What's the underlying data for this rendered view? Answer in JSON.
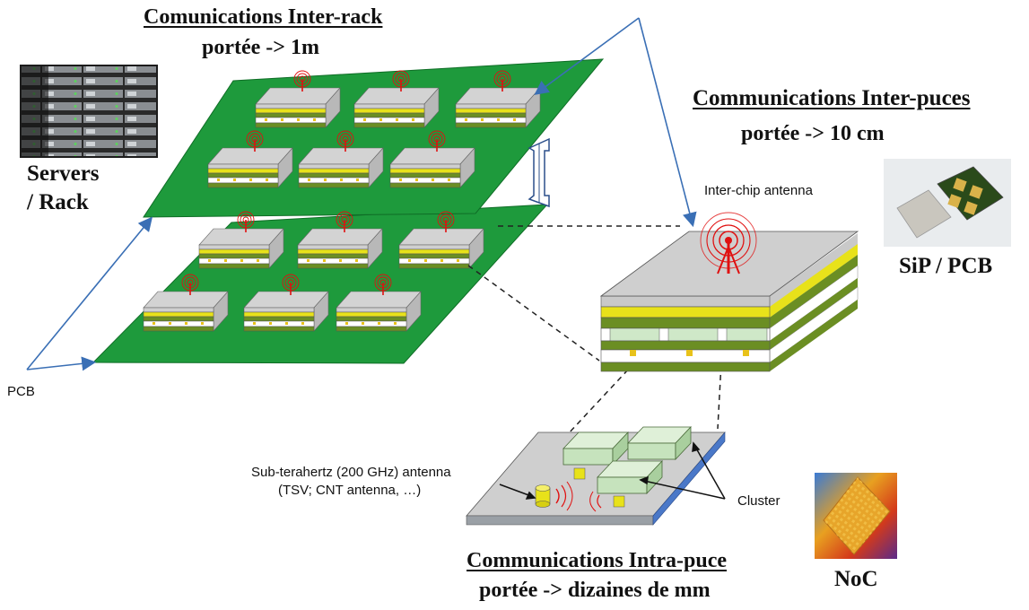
{
  "inter_rack": {
    "title": "Comunications Inter-rack",
    "range": "portée -> 1m"
  },
  "inter_puces": {
    "title": "Communications Inter-puces",
    "range": "portée -> 10 cm"
  },
  "intra_puce": {
    "title": "Communications Intra-puce",
    "range": "portée -> dizaines de  mm"
  },
  "labels": {
    "servers_rack": "Servers",
    "servers_rack_2": "/ Rack",
    "pcb": "PCB",
    "inter_chip_antenna": "Inter-chip antenna",
    "sip_pcb": "SiP / PCB",
    "subthz_line1": "Sub-terahertz (200 GHz) antenna",
    "subthz_line2": "(TSV; CNT antenna, …)",
    "cluster": "Cluster",
    "noc": "NoC"
  },
  "colors": {
    "board_green": "#1e9a3c",
    "chip_grey": "#d0d0d0",
    "layer_yellow": "#e8e21a",
    "layer_olive": "#6b8e23",
    "antenna_red": "#e01010",
    "arrow_blue": "#3a6fb5",
    "noc_orange": "#e8a020"
  },
  "icons": [
    "server-rack-photo",
    "sip-package-photo",
    "noc-chip-photo",
    "antenna-icon"
  ]
}
